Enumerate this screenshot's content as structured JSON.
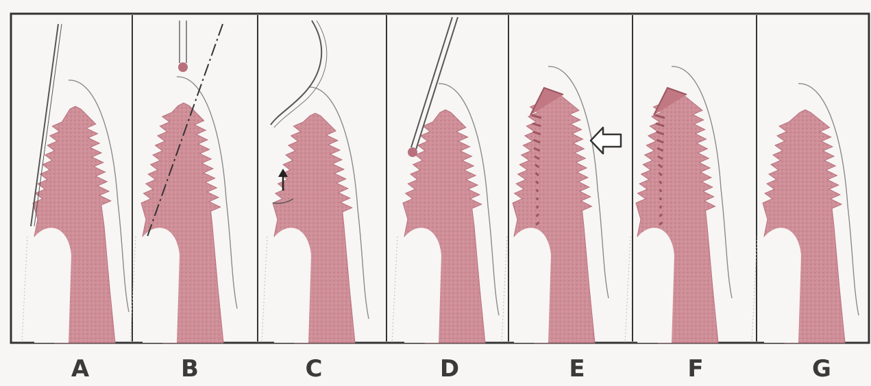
{
  "figure": {
    "panels": [
      {
        "label": "A",
        "tool": "probe"
      },
      {
        "label": "B",
        "tool": "dashed-incision-line"
      },
      {
        "label": "C",
        "tool": "curved-retracted-flap",
        "marker": "arrow-up"
      },
      {
        "label": "D",
        "tool": "angled-instrument"
      },
      {
        "label": "E",
        "tool": "sutured-edge",
        "marker": "outline-arrow-left"
      },
      {
        "label": "F",
        "tool": "sutured-edge"
      },
      {
        "label": "G",
        "tool": "healed-contour"
      }
    ],
    "colors": {
      "tissue": "#cf8f98",
      "tissue_dark": "#b8707d",
      "outline": "#8a8a8a",
      "frame": "#333333",
      "background": "#f7f6f4"
    }
  }
}
